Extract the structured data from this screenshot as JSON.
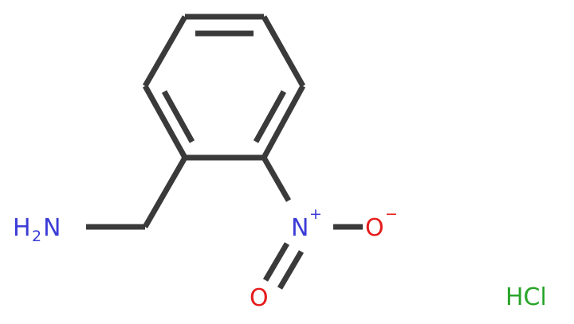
{
  "atoms": {
    "amine": {
      "element": "N",
      "hydrogens": "H",
      "h_count": "2"
    },
    "nitro_n": {
      "element": "N",
      "charge": "+"
    },
    "nitro_o_single": {
      "element": "O",
      "charge": "−"
    },
    "nitro_o_double": {
      "element": "O"
    }
  },
  "salt": {
    "label": "HCl"
  },
  "colors": {
    "bond": "#3a3a3a",
    "nitrogen": "#3b3bd6",
    "oxygen": "#e51c1c",
    "chlorine": "#2aa52a"
  }
}
